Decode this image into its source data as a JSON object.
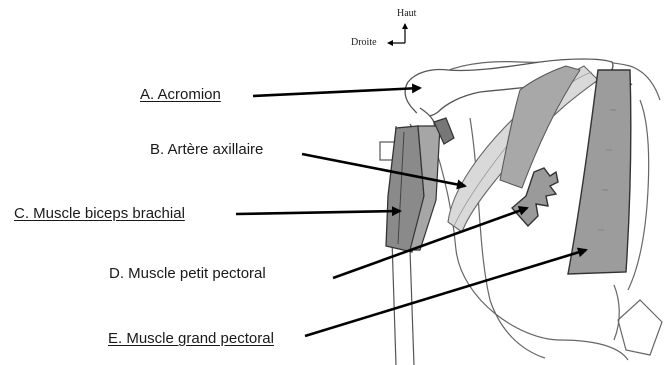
{
  "orientation": {
    "up": "Haut",
    "right": "Droite"
  },
  "labels": [
    {
      "id": "A",
      "text": "A. Acromion",
      "underlined": true
    },
    {
      "id": "B",
      "text": "B. Artère axillaire",
      "underlined": false
    },
    {
      "id": "C",
      "text": "C. Muscle biceps brachial",
      "underlined": true
    },
    {
      "id": "D",
      "text": "D. Muscle petit pectoral",
      "underlined": false
    },
    {
      "id": "E",
      "text": "E. Muscle grand pectoral",
      "underlined": true
    }
  ],
  "colors": {
    "line": "#555555",
    "arrow": "#000000",
    "muscle_fill": "#9a9a9a",
    "muscle_dark": "#6e6e6e",
    "light_fill": "#d6d6d6"
  }
}
